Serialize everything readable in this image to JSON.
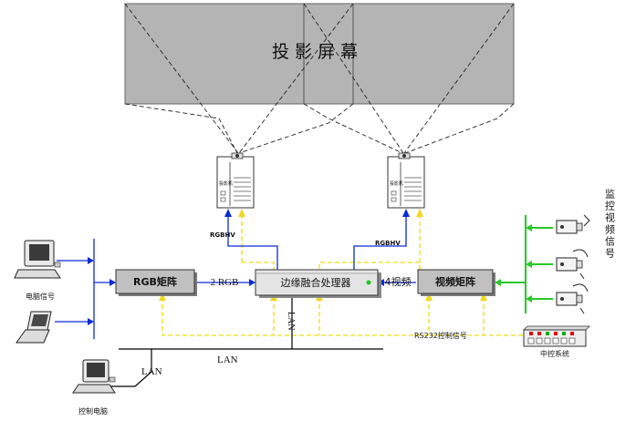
{
  "screen_title": "投影屏幕",
  "rgb_matrix_label": "RGB矩阵",
  "video_matrix_label": "视频矩阵",
  "processor_label": "边缘融合处理器",
  "rgb_link_label": "2 RGB",
  "video_link_label": "4视频",
  "rgbhv_label_1": "RGBHV",
  "rgbhv_label_2": "RGBHV",
  "lan_label_bus": "LAN",
  "lan_label_vertical": "LAN",
  "lan_label_pc": "LAN",
  "rs232_label": "RS232控制信号",
  "pc_signal_label": "电脑信号",
  "control_pc_label": "控制电脑",
  "central_control_label": "中控系统",
  "monitor_signal_label": "监控视频信号",
  "projector_label_1": "投影机",
  "projector_label_2": "投影机",
  "colors": {
    "blue_signal": "#0a2bd6",
    "yellow_control": "#f3e23a",
    "green_video": "#28c828",
    "screen_gray": "#b4b4b4"
  }
}
